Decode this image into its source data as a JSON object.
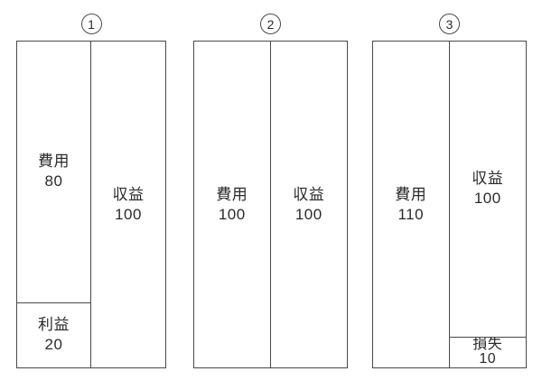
{
  "colors": {
    "background": "#ffffff",
    "line": "#4a4a4c",
    "text": "#2b2b2e"
  },
  "diagrams": [
    {
      "number": "1",
      "left": [
        {
          "name": "expense",
          "label": "費用",
          "value": "80"
        },
        {
          "name": "profit",
          "label": "利益",
          "value": "20"
        }
      ],
      "right": [
        {
          "name": "revenue",
          "label": "収益",
          "value": "100"
        }
      ]
    },
    {
      "number": "2",
      "left": [
        {
          "name": "expense",
          "label": "費用",
          "value": "100"
        }
      ],
      "right": [
        {
          "name": "revenue",
          "label": "収益",
          "value": "100"
        }
      ]
    },
    {
      "number": "3",
      "left": [
        {
          "name": "expense",
          "label": "費用",
          "value": "110"
        }
      ],
      "right": [
        {
          "name": "revenue",
          "label": "収益",
          "value": "100"
        },
        {
          "name": "loss",
          "label": "損失",
          "value": "10"
        }
      ]
    }
  ]
}
